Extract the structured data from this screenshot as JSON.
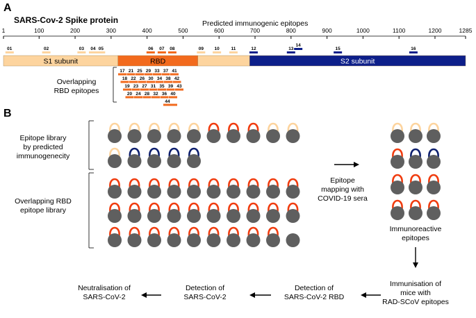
{
  "panel_a": {
    "letter": "A",
    "title": "SARS-Cov-2 Spike protein",
    "predicted_label": "Predicted immunogenic epitopes",
    "overlap_label_1": "Overlapping",
    "overlap_label_2": "RBD epitopes",
    "axis": {
      "min": 1,
      "max": 1285,
      "ticks": [
        "1",
        "100",
        "200",
        "300",
        "400",
        "500",
        "600",
        "700",
        "800",
        "900",
        "1000",
        "1100",
        "1200",
        "1285"
      ]
    },
    "segments": [
      {
        "label": "S1 subunit",
        "start": 1,
        "end": 319,
        "color": "#fdd49e",
        "text_color": "#000000"
      },
      {
        "label": "RBD",
        "start": 319,
        "end": 541,
        "color": "#f26a1d",
        "text_color": "#000000"
      },
      {
        "label": "",
        "start": 541,
        "end": 685,
        "color": "#fdd49e",
        "text_color": "#000000"
      },
      {
        "label": "S2 subunit",
        "start": 685,
        "end": 1285,
        "color": "#0d1f8a",
        "text_color": "#ffffff"
      }
    ],
    "predicted_epitopes": [
      {
        "id": "01",
        "pos": 18,
        "color": "#fdd49e",
        "row": 0
      },
      {
        "id": "02",
        "pos": 120,
        "color": "#fdd49e",
        "row": 0
      },
      {
        "id": "03",
        "pos": 218,
        "color": "#fdd49e",
        "row": 0
      },
      {
        "id": "04",
        "pos": 250,
        "color": "#fdd49e",
        "row": 0
      },
      {
        "id": "05",
        "pos": 272,
        "color": "#fdd49e",
        "row": 0
      },
      {
        "id": "06",
        "pos": 410,
        "color": "#f26a1d",
        "row": 0
      },
      {
        "id": "07",
        "pos": 441,
        "color": "#f26a1d",
        "row": 0
      },
      {
        "id": "08",
        "pos": 470,
        "color": "#f26a1d",
        "row": 0
      },
      {
        "id": "09",
        "pos": 550,
        "color": "#fdd49e",
        "row": 0
      },
      {
        "id": "10",
        "pos": 594,
        "color": "#fdd49e",
        "row": 0
      },
      {
        "id": "11",
        "pos": 640,
        "color": "#fdd49e",
        "row": 0
      },
      {
        "id": "12",
        "pos": 696,
        "color": "#0d1f8a",
        "row": 0
      },
      {
        "id": "13",
        "pos": 800,
        "color": "#0d1f8a",
        "row": 0
      },
      {
        "id": "14",
        "pos": 820,
        "color": "#0d1f8a",
        "row": 1
      },
      {
        "id": "15",
        "pos": 930,
        "color": "#0d1f8a",
        "row": 0
      },
      {
        "id": "16",
        "pos": 1140,
        "color": "#0d1f8a",
        "row": 0
      }
    ],
    "rbd_epitope_rows": [
      [
        "17",
        "21",
        "25",
        "29",
        "33",
        "37",
        "41"
      ],
      [
        "18",
        "22",
        "26",
        "30",
        "34",
        "38",
        "42"
      ],
      [
        "19",
        "23",
        "27",
        "31",
        "35",
        "39",
        "43"
      ],
      [
        "20",
        "24",
        "28",
        "32",
        "36",
        "40"
      ],
      [
        "44"
      ]
    ]
  },
  "panel_b": {
    "letter": "B",
    "library1_line1": "Epitope library",
    "library1_line2": "by predicted",
    "library1_line3": "immunogenecity",
    "library2_line1": "Overlapping RBD",
    "library2_line2": "epitope library",
    "mapping_line1": "Epitope",
    "mapping_line2": "mapping  with",
    "mapping_line3": "COVID-19 sera",
    "immuno_line1": "Immunoreactive",
    "immuno_line2": "epitopes",
    "immunisation_line1": "Immunisation of",
    "immunisation_line2": "mice with",
    "immunisation_line3": "RAD-SCoV epitopes",
    "detect_rbd_line1": "Detection of",
    "detect_rbd_line2": "SARS-CoV-2 RBD",
    "detect_virus_line1": "Detection of",
    "detect_virus_line2": "SARS-CoV-2",
    "neutral_line1": "Neutralisation of",
    "neutral_line2": "SARS-CoV-2",
    "colors": {
      "s1": "#fdd49e",
      "rbd": "#f03c0f",
      "s2": "#0d1f6e",
      "bead": "#5f5f5f"
    },
    "predicted_library_rows": [
      [
        "s1",
        "s1",
        "s1",
        "s1",
        "s1",
        "rbd",
        "rbd",
        "rbd",
        "s1",
        "s1"
      ],
      [
        "s1",
        "s2",
        "s2",
        "s2",
        "s2",
        ""
      ]
    ],
    "rbd_library_rows": [
      [
        "rbd",
        "rbd",
        "rbd",
        "rbd",
        "rbd",
        "rbd",
        "rbd",
        "rbd",
        "rbd",
        "rbd"
      ],
      [
        "rbd",
        "rbd",
        "rbd",
        "rbd",
        "rbd",
        "rbd",
        "rbd",
        "rbd",
        "rbd",
        "rbd"
      ],
      [
        "rbd",
        "rbd",
        "rbd",
        "rbd",
        "rbd",
        "rbd",
        "rbd",
        "rbd",
        "rbd",
        "none"
      ]
    ],
    "reactive_rows": [
      [
        "s1",
        "s1",
        "s1"
      ],
      [
        "rbd",
        "s2",
        "s2"
      ],
      [
        "rbd",
        "rbd",
        "rbd"
      ],
      [
        "rbd",
        "rbd",
        "rbd"
      ]
    ]
  }
}
